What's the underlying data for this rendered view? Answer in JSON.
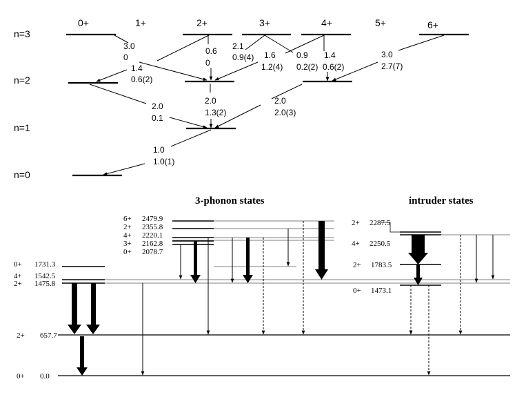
{
  "top_panel": {
    "spins": [
      "0+",
      "1+",
      "2+",
      "3+",
      "4+",
      "5+",
      "6+"
    ],
    "phonon_rows": [
      "n=3",
      "n=2",
      "n=1",
      "n=0"
    ],
    "transition_labels": [
      {
        "theory": "3.0",
        "experiment": "0"
      },
      {
        "theory": "1.4",
        "experiment": "0.6(2)"
      },
      {
        "theory": "0.6",
        "experiment": "0"
      },
      {
        "theory": "2.1",
        "experiment": "0.9(4)"
      },
      {
        "theory": "1.6",
        "experiment": "1.2(4)"
      },
      {
        "theory": "0.9",
        "experiment": "0.2(2)"
      },
      {
        "theory": "1.4",
        "experiment": "0.6(2)"
      },
      {
        "theory": "3.0",
        "experiment": "2.7(7)"
      },
      {
        "theory": "2.0",
        "experiment": "0.1"
      },
      {
        "theory": "2.0",
        "experiment": "1.3(2)"
      },
      {
        "theory": "2.0",
        "experiment": "2.0(3)"
      },
      {
        "theory": "1.0",
        "experiment": "1.0(1)"
      }
    ]
  },
  "bottom_panel": {
    "section_titles": {
      "three_phonon": "3-phonon states",
      "intruder": "intruder states"
    },
    "levels": {
      "ground": {
        "spin": "0+",
        "energy": "0.0"
      },
      "one_phonon": {
        "spin": "2+",
        "energy": "657.7"
      },
      "two_phonon": [
        {
          "spin": "0+",
          "energy": "1731.3"
        },
        {
          "spin": "4+",
          "energy": "1542.5"
        },
        {
          "spin": "2+",
          "energy": "1475.8"
        }
      ],
      "three_phonon": [
        {
          "spin": "6+",
          "energy": "2479.9"
        },
        {
          "spin": "2+",
          "energy": "2355.8"
        },
        {
          "spin": "4+",
          "energy": "2220.1"
        },
        {
          "spin": "3+",
          "energy": "2162.8"
        },
        {
          "spin": "0+",
          "energy": "2078.7"
        }
      ],
      "intruder": [
        {
          "spin": "2+",
          "energy": "2287.5"
        },
        {
          "spin": "4+",
          "energy": "2250.5"
        },
        {
          "spin": "2+",
          "energy": "1783.5"
        },
        {
          "spin": "0+",
          "energy": "1473.1"
        }
      ]
    }
  }
}
